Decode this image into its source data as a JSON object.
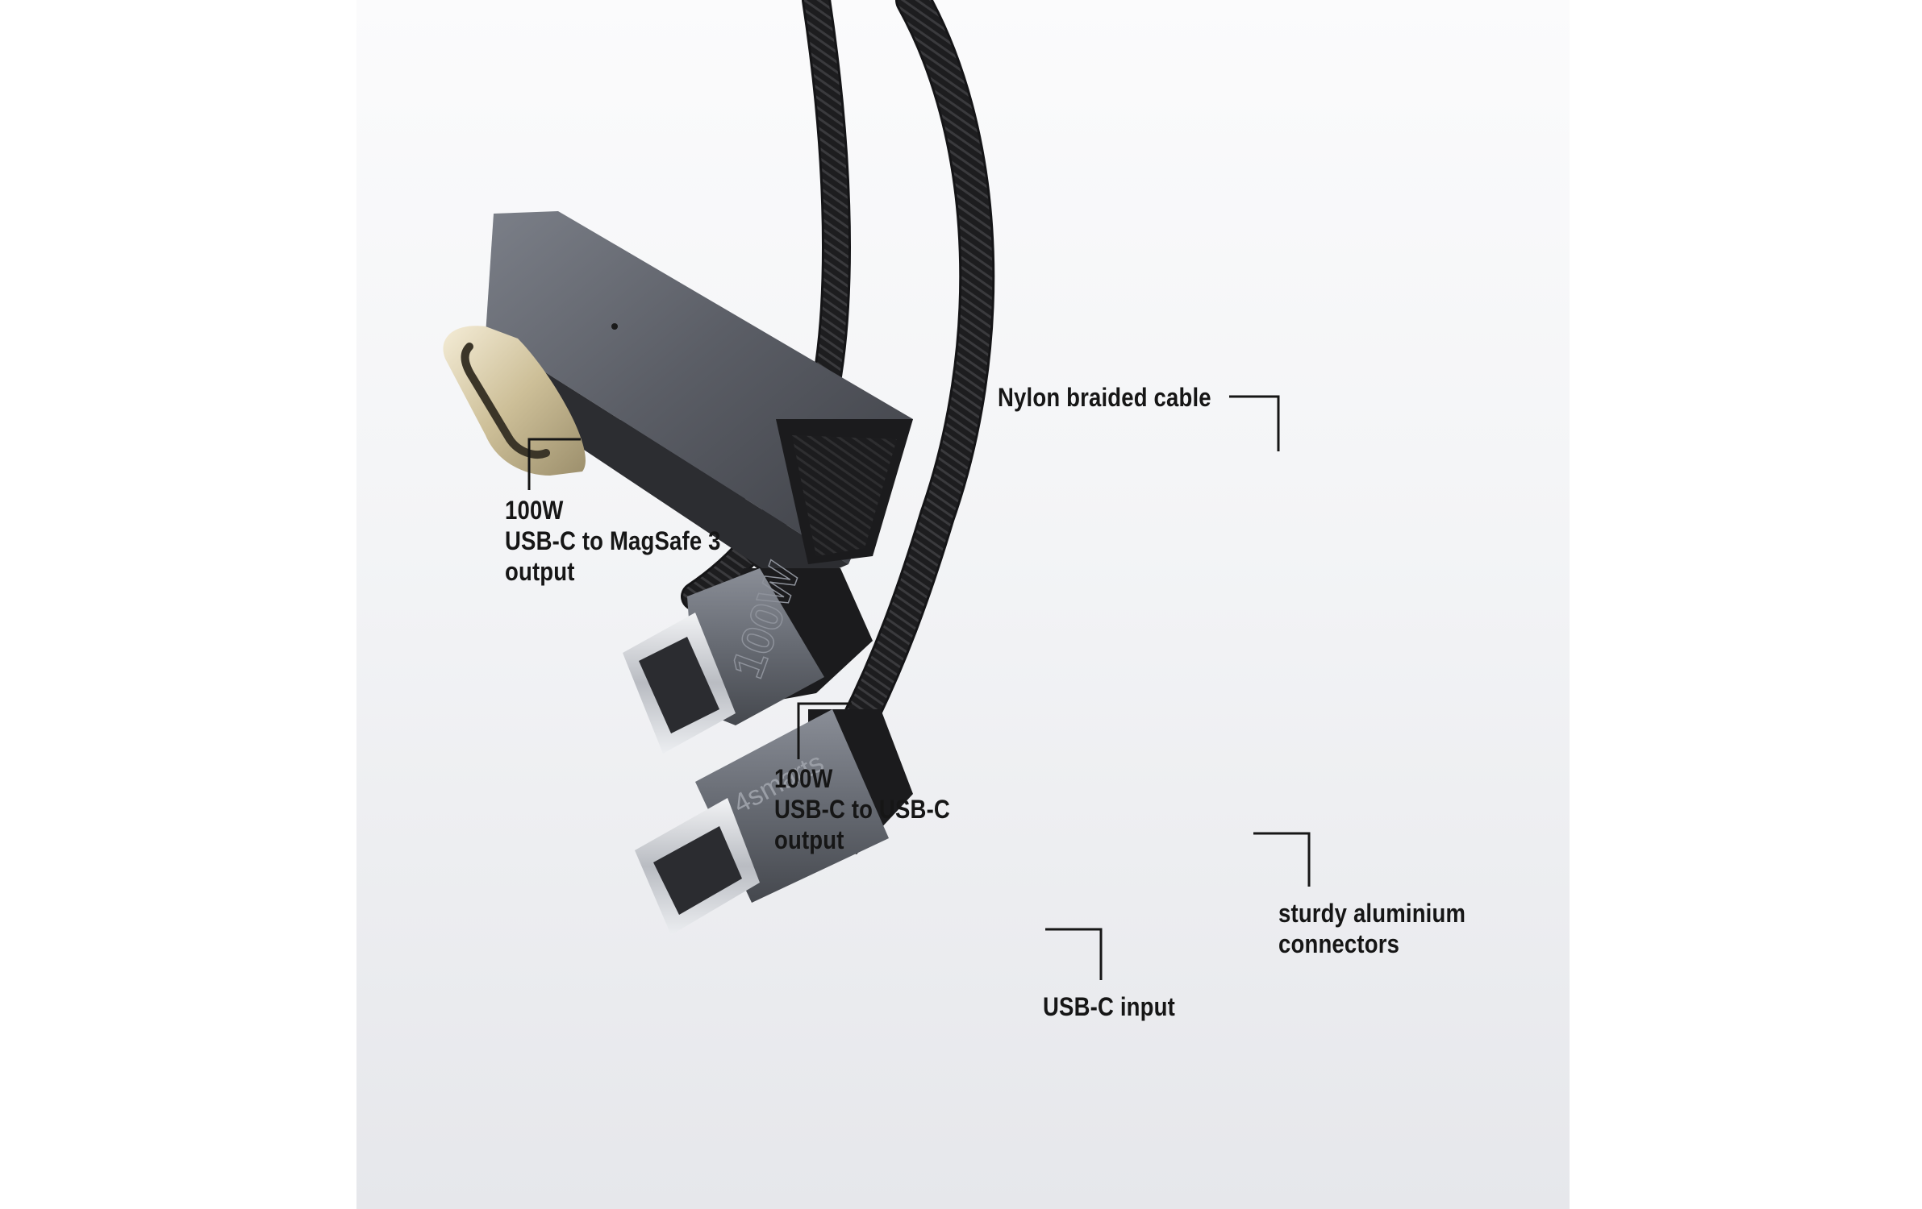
{
  "colors": {
    "background": "#ffffff",
    "panel_top": "#fbfbfc",
    "panel_bottom": "#e6e7eb",
    "aluminium": "#5d6068",
    "braid": "#1c1c1c",
    "label_text": "#161616"
  },
  "product": {
    "brand_mark": "4smarts",
    "connector_print": "100W"
  },
  "callouts": {
    "magsafe": {
      "line1": "100W",
      "line2": "USB-C to MagSafe 3",
      "line3": "output"
    },
    "usbc_out": {
      "line1": "100W",
      "line2": "USB-C to USB-C",
      "line3": "output"
    },
    "cable": {
      "text": "Nylon braided cable"
    },
    "aluminium": {
      "line1": "sturdy aluminium",
      "line2": "connectors"
    },
    "input": {
      "text": "USB-C input"
    }
  }
}
